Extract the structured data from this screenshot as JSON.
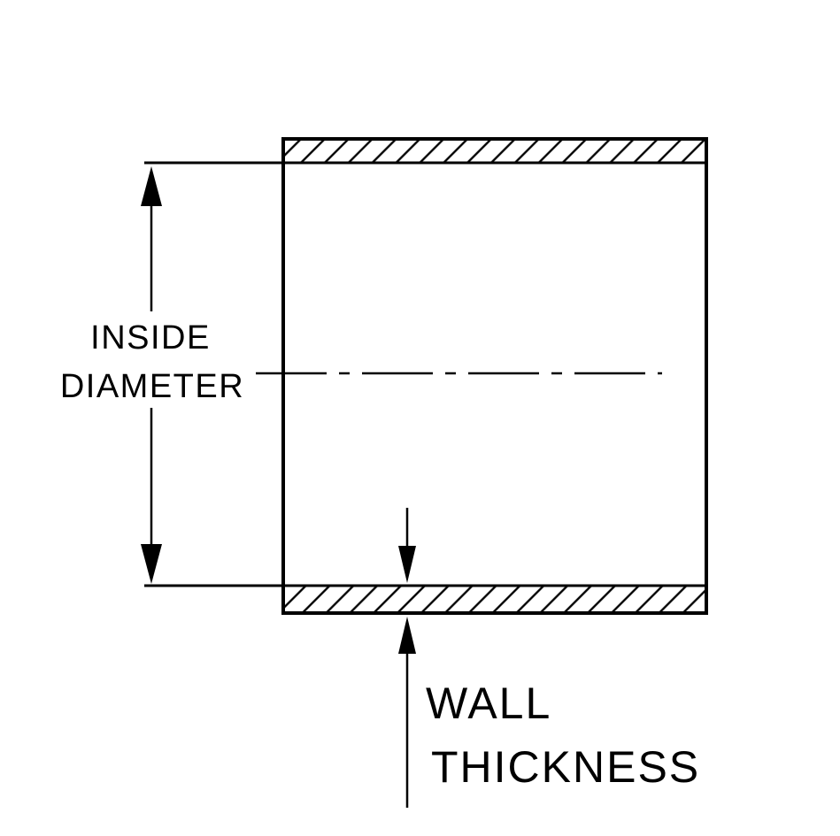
{
  "diagram": {
    "colors": {
      "ink": "#000000",
      "background": "#ffffff"
    },
    "labels": {
      "inside_diameter": [
        "INSIDE",
        "DIAMETER"
      ],
      "wall_thickness": [
        "WALL",
        "THICKNESS"
      ]
    }
  }
}
